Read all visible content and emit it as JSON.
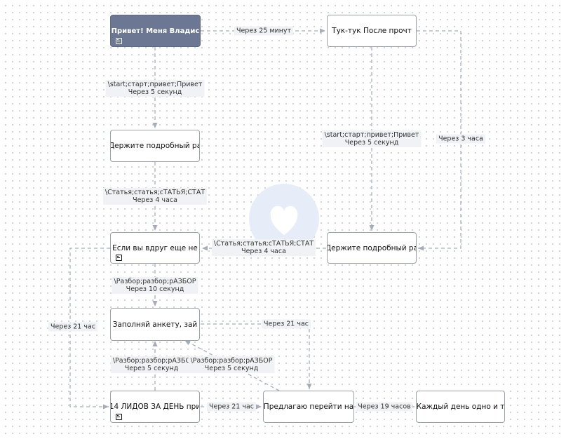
{
  "nodes": [
    {
      "text": "Привет! Меня Владис",
      "style": "start",
      "has_icon": true
    },
    {
      "text": "Тук-тук  После прочт",
      "style": "normal",
      "has_icon": false
    },
    {
      "text": "Держите подробный ра",
      "style": "normal",
      "has_icon": false
    },
    {
      "text": "Держите подробный ра",
      "style": "normal",
      "has_icon": false
    },
    {
      "text": "Если вы вдруг еще не",
      "style": "normal",
      "has_icon": true
    },
    {
      "text": "Заполняй анкету, зай",
      "style": "normal",
      "has_icon": false
    },
    {
      "text": "14 ЛИДОВ ЗА ДЕНЬ при",
      "style": "normal",
      "has_icon": true
    },
    {
      "text": "Предлагаю перейти на",
      "style": "normal",
      "has_icon": false
    },
    {
      "text": "Каждый день одно и т",
      "style": "normal",
      "has_icon": false
    }
  ],
  "edge_labels": {
    "e1": [
      "Через 25 минут"
    ],
    "e2": [
      "\\start;старт;привет;Привет",
      "Через 5 секунд"
    ],
    "e3": [
      "\\start;старт;привет;Привет",
      "Через 5 секунд"
    ],
    "e4": [
      "Через 3 часа"
    ],
    "e5": [
      "\\Статья;статья;сТАТЬЯ;СТАТ",
      "Через 4 часа"
    ],
    "e6": [
      "\\Статья;статья;сТАТЬЯ;СТАТ",
      "Через 4 часа"
    ],
    "e7": [
      "\\Разбор;разбор;рАЗБОР",
      "Через 10 секунд"
    ],
    "e8": [
      "Через 21 час"
    ],
    "e9": [
      "Через 21 час"
    ],
    "e10": [
      "\\Разбор;разбор;рАЗБС",
      "Через 5 секунд"
    ],
    "e11": [
      "\\Разбор;разбор;рАЗБОР",
      "Через 5 секунд"
    ],
    "e12": [
      "Через 21 час"
    ],
    "e13": [
      "Через 19 часов"
    ]
  },
  "colors": {
    "start_node": "#6c7893",
    "edge": "#a7adb8",
    "label_bg": "#f1f2f5",
    "watermark": "#e6ecf8"
  },
  "icons": {
    "node_icon": "message-block-icon",
    "watermark": "heart-logo-icon"
  }
}
